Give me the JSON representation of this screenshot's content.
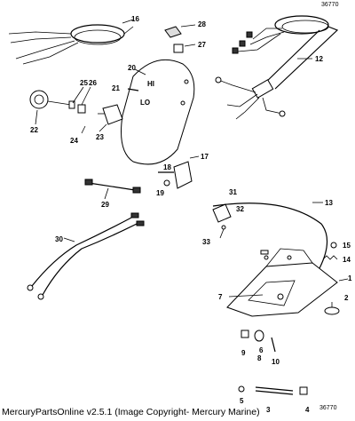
{
  "caption": "MercuryPartsOnline v2.5.1 (Image Copyright- Mercury Marine)",
  "reference_number": "36770",
  "callouts": [
    "16",
    "28",
    "27",
    "20",
    "21",
    "25",
    "26",
    "22",
    "24",
    "23",
    "12",
    "17",
    "18",
    "19",
    "29",
    "31",
    "32",
    "33",
    "13",
    "15",
    "14",
    "30",
    "1",
    "7",
    "2",
    "9",
    "6",
    "10",
    "8",
    "5",
    "3",
    "4",
    "LO",
    "HI"
  ]
}
